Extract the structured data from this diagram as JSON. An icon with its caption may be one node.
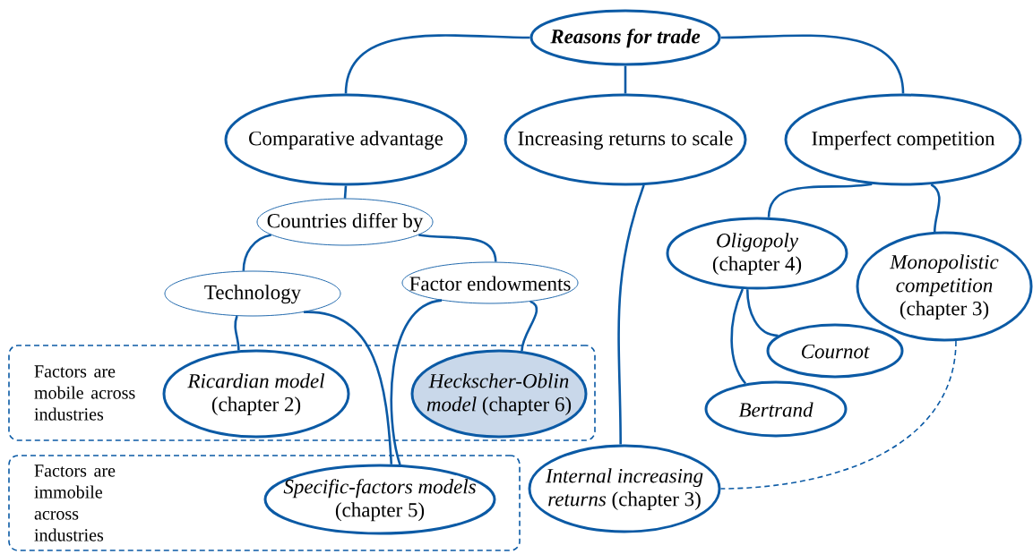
{
  "diagram": {
    "nodes": [
      {
        "text": [
          "Reasons for trade"
        ]
      },
      {
        "text": [
          "Comparative advantage"
        ]
      },
      {
        "text": [
          "Increasing returns to scale"
        ]
      },
      {
        "text": [
          "Imperfect competition"
        ]
      },
      {
        "text": [
          "Countries differ by"
        ]
      },
      {
        "text": [
          "*Oligopoly* (chapter 4)"
        ]
      },
      {
        "text": [
          "*Monopolistic competition* (chapter 3)"
        ]
      },
      {
        "text": [
          "Technology"
        ]
      },
      {
        "text": [
          "Factor endowments"
        ]
      },
      {
        "text": [
          "Cournot"
        ]
      },
      {
        "text": [
          "Factors are mobile across industries"
        ]
      },
      {
        "text": [
          "*Ricardian model* (chapter 2)"
        ],
        "in": 10
      },
      {
        "text": [
          "*Heckscher-Oblin model* (chapter 6)"
        ],
        "in": 10
      },
      {
        "text": [
          "Bertrand"
        ]
      },
      {
        "text": [
          "Factors are immobile across industries"
        ]
      },
      {
        "text": [
          "*Specific-factors models* (chapter 5)"
        ],
        "in": 14
      },
      {
        "text": [
          "*Internal increasing returns* (chapter 3)"
        ]
      }
    ],
    "edges": [
      {
        "from": 0,
        "to": 1,
        "arrow": "none"
      },
      {
        "from": 0,
        "to": 2,
        "arrow": "none"
      },
      {
        "from": 0,
        "to": 3,
        "arrow": "none"
      },
      {
        "from": 1,
        "to": 4,
        "arrow": "none"
      },
      {
        "from": 4,
        "to": 7,
        "arrow": "none"
      },
      {
        "from": 4,
        "to": 8,
        "arrow": "none"
      },
      {
        "from": 7,
        "to": 11,
        "arrow": "none"
      },
      {
        "from": 7,
        "to": 15,
        "arrow": "none"
      },
      {
        "from": 8,
        "to": 12,
        "arrow": "none"
      },
      {
        "from": 8,
        "to": 15,
        "arrow": "none"
      },
      {
        "from": 2,
        "to": 16,
        "arrow": "none"
      },
      {
        "from": 3,
        "to": 5,
        "arrow": "none"
      },
      {
        "from": 3,
        "to": 6,
        "arrow": "none"
      },
      {
        "from": 5,
        "to": 9,
        "arrow": "none"
      },
      {
        "from": 5,
        "to": 13,
        "arrow": "none"
      },
      {
        "from": 6,
        "to": 16,
        "arrow": "none",
        "style": "dashed"
      }
    ]
  }
}
